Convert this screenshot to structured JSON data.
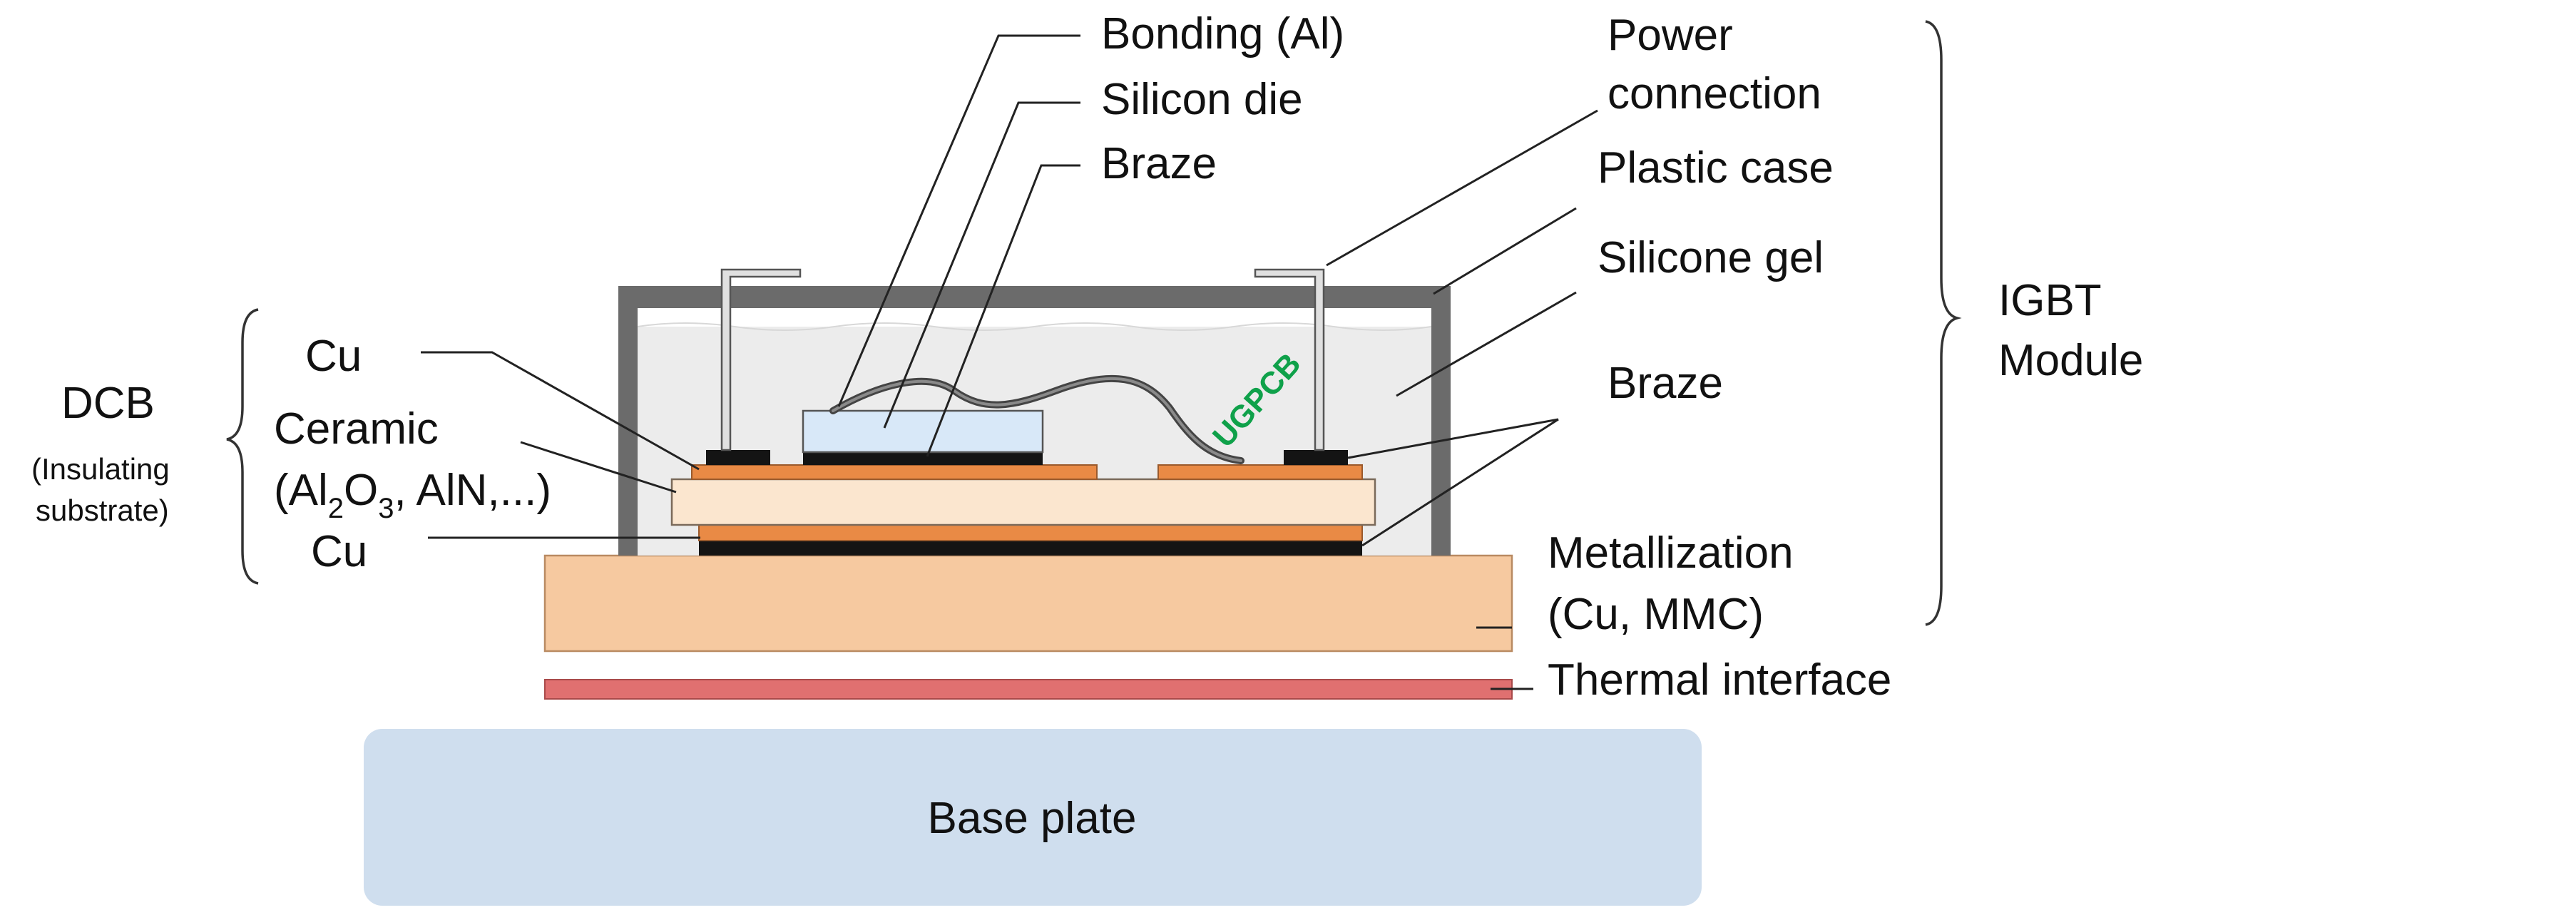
{
  "labels": {
    "bonding": "Bonding (Al)",
    "silicon_die": "Silicon die",
    "braze_top": "Braze",
    "power_line1": "Power",
    "power_line2": "connection",
    "plastic_case": "Plastic case",
    "silicone_gel": "Silicone gel",
    "braze_right": "Braze",
    "igbt_line1": "IGBT",
    "igbt_line2": "Module",
    "dcb": "DCB",
    "insulating_line1": "(Insulating",
    "insulating_line2": "substrate)",
    "cu_top": "Cu",
    "ceramic": "Ceramic",
    "ceramic_formula": {
      "p1": "(Al",
      "s1": "2",
      "p2": "O",
      "s2": "3",
      "p3": ", AlN,...)"
    },
    "cu_bottom": "Cu",
    "metallization_line1": "Metallization",
    "metallization_line2": "(Cu, MMC)",
    "thermal_interface": "Thermal interface",
    "base_plate": "Base plate",
    "watermark": "UGPCB"
  },
  "colors": {
    "case": "#6b6b6b",
    "gel": "#ececec",
    "copper": "#e98a45",
    "ceramic": "#fbe6cf",
    "solder": "#141414",
    "die": "#d8e8f8",
    "metallization": "#f6c9a0",
    "thermal_interface": "#e07070",
    "base_plate": "#cfdeee",
    "watermark": "#0fa14a"
  }
}
